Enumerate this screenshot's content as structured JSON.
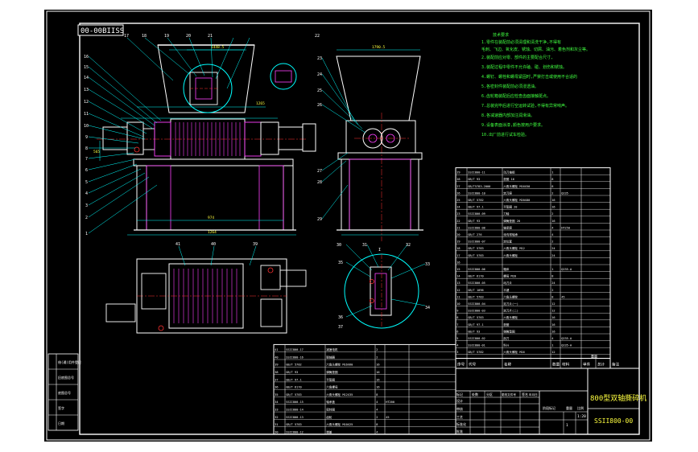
{
  "drawing": {
    "code_box": "00-00BIISS",
    "title_name": "800型双轴撕碎机",
    "drawing_code": "SSII800-00",
    "scale": "1:20",
    "sheet_count": "1"
  },
  "tech_requirements": {
    "title": "技术要求",
    "lines": [
      "1.零件在装配前必须清理和清洗干净,不得有",
      "毛刺、飞边、氧化皮、锈蚀、切屑、油污、着色剂和灰尘等。",
      "2.装配前应对零、部件的主要配合尺寸,",
      "3.装配过程中零件不允许磕、碰、划伤和锈蚀。",
      "4.螺钉、螺栓和螺母紧固时,严禁打击或使用不合适的",
      "5.各密封件装配前必须浸透油。",
      "6.齿轮箱装配后应检查齿面接触斑点。",
      "7.总装完毕后进行空运转试验,不得有异常响声。",
      "8.各减速器内部加注润滑油。",
      "9.设备表面涂漆,颜色按用户要求。",
      "10.出厂前进行试车检验。"
    ]
  },
  "labels": {
    "front_view": [
      "1",
      "2",
      "3",
      "4",
      "5",
      "6",
      "7",
      "8",
      "9",
      "10",
      "11",
      "12",
      "13",
      "14",
      "15",
      "16",
      "17",
      "18",
      "19",
      "20",
      "21"
    ],
    "side_view": [
      "22",
      "23",
      "24",
      "25",
      "26",
      "27",
      "28",
      "29"
    ],
    "detail": [
      "30",
      "31",
      "32",
      "33",
      "34",
      "35",
      "36",
      "37"
    ],
    "plan": [
      "41",
      "40",
      "39"
    ],
    "detail_mark": "I",
    "dim_top_side": "1790.5",
    "dim_front_top": "1448.5",
    "dim_front_mid": "1265",
    "dim_front_bottom": "1264",
    "dim_front_base": "974",
    "dim_height": "565"
  },
  "bom_right": {
    "header": [
      "序号",
      "代号",
      "名称",
      "数量",
      "材料",
      "单件",
      "总计",
      "备注"
    ],
    "header_weight": "重量",
    "rows": [
      [
        "29",
        "SSII800-11",
        "动刀轴组",
        "1",
        "",
        ""
      ],
      [
        "28",
        "GB/T 93",
        "垫圈 16",
        "8",
        "",
        ""
      ],
      [
        "27",
        "GB/T5783-2000",
        "六角头螺栓 M16X50",
        "8",
        "",
        ""
      ],
      [
        "26",
        "SSII800-10",
        "定刀座",
        "2",
        "Q235",
        ""
      ],
      [
        "25",
        "GB/T 5782",
        "六角头螺栓 M20X80",
        "16",
        "",
        ""
      ],
      [
        "24",
        "GB/T 97.1",
        "平垫圈 20",
        "16",
        "",
        ""
      ],
      [
        "23",
        "SSII800-09",
        "刀轴",
        "2",
        "",
        ""
      ],
      [
        "22",
        "GB/T 93",
        "弹簧垫圈 20",
        "16",
        "",
        ""
      ],
      [
        "21",
        "SSII800-08",
        "轴承座",
        "4",
        "HT250",
        ""
      ],
      [
        "20",
        "GB/T 276",
        "深沟球轴承",
        "4",
        "",
        ""
      ],
      [
        "19",
        "SSII800-07",
        "定位套",
        "2",
        "",
        ""
      ],
      [
        "18",
        "GB/T 5783",
        "六角头螺栓 M12",
        "24",
        "",
        ""
      ],
      [
        "17",
        "GB/T 5783",
        "六角头螺栓",
        "24",
        "",
        ""
      ],
      [
        "16",
        "",
        "",
        "",
        "",
        ""
      ],
      [
        "15",
        "SSII800-06",
        "箱体",
        "1",
        "Q235-A",
        ""
      ],
      [
        "14",
        "GB/T 6170",
        "螺母 M20",
        "8",
        "",
        ""
      ],
      [
        "13",
        "SSII800-05",
        "动刀片",
        "24",
        "",
        ""
      ],
      [
        "12",
        "GB/T 1096",
        "平键",
        "2",
        "",
        ""
      ],
      [
        "11",
        "GB/T 5783",
        "六角头螺栓",
        "8",
        "45",
        ""
      ],
      [
        "10",
        "SSII800-04",
        "定刀片(一)",
        "12",
        "",
        ""
      ],
      [
        "9",
        "SSII800-03",
        "定刀片(二)",
        "12",
        "",
        ""
      ],
      [
        "8",
        "GB/T 5783",
        "六角头螺栓",
        "16",
        "",
        ""
      ],
      [
        "7",
        "GB/T 97.1",
        "垫圈",
        "16",
        "",
        ""
      ],
      [
        "6",
        "GB/T 93",
        "弹簧垫圈",
        "16",
        "",
        ""
      ],
      [
        "5",
        "SSII800-02",
        "刮刀",
        "4",
        "Q235-A",
        ""
      ],
      [
        "4",
        "SSII800-01",
        "料斗",
        "1",
        "Q235-A",
        ""
      ],
      [
        "3",
        "GB/T 5782",
        "六角头螺栓 M16",
        "12",
        "",
        ""
      ],
      [
        "2",
        "GB/T 93",
        "弹簧垫圈 16",
        "12",
        "",
        ""
      ],
      [
        "1",
        "SSII800-00",
        "机架",
        "1",
        "Q235-A",
        ""
      ]
    ]
  },
  "bom_left": {
    "rows": [
      [
        "41",
        "SSII800-17",
        "减速电机",
        "2",
        "",
        ""
      ],
      [
        "40",
        "SSII800-16",
        "联轴器",
        "2",
        "",
        ""
      ],
      [
        "39",
        "GB/T 5782",
        "六角头螺栓 M16X60",
        "16",
        "",
        ""
      ],
      [
        "38",
        "GB/T 93",
        "弹簧垫圈",
        "16",
        "",
        ""
      ],
      [
        "37",
        "GB/T 97.1",
        "平垫圈",
        "16",
        "",
        ""
      ],
      [
        "36",
        "GB/T 6170",
        "六角螺母",
        "16",
        "",
        ""
      ],
      [
        "35",
        "GB/T 5783",
        "六角头螺栓 M12X35",
        "8",
        "",
        ""
      ],
      [
        "34",
        "SSII800-15",
        "轴承盖",
        "4",
        "HT200",
        ""
      ],
      [
        "33",
        "SSII800-14",
        "密封圈",
        "4",
        "",
        ""
      ],
      [
        "32",
        "SSII800-13",
        "齿轮",
        "2",
        "45",
        ""
      ],
      [
        "31",
        "GB/T 5783",
        "六角头螺栓 M10X25",
        "8",
        "",
        ""
      ],
      [
        "30",
        "SSII800-12",
        "端盖",
        "4",
        "",
        ""
      ]
    ]
  },
  "title_block": {
    "signoff_labels": [
      "标记",
      "处数",
      "分区",
      "更改文件号",
      "签名",
      "年月日"
    ],
    "role_labels": [
      "设计",
      "审核",
      "工艺",
      "标准化",
      "批准"
    ],
    "stage_labels": [
      "阶段标记",
      "重量",
      "比例"
    ]
  },
  "left_strip": {
    "labels": [
      "借(通)用件登记",
      "旧底图总号",
      "底图总号",
      "签字",
      "日期"
    ]
  },
  "colors": {
    "sheet": "#000000",
    "frame": "#ffffff",
    "outline": "#ffffff",
    "leader": "#00ffff",
    "hidden": "#ff40ff",
    "center": "#ff3030",
    "text_accent": "#ffff40",
    "note_text": "#40ff40"
  }
}
